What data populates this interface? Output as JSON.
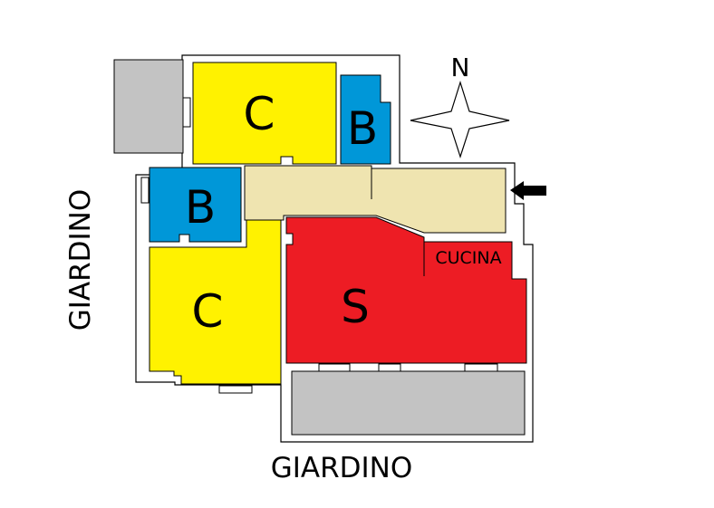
{
  "colors": {
    "camera": "#fff200",
    "bagno": "#0097d8",
    "soggiorno": "#ed1c24",
    "disimpegno": "#efe4b0",
    "terrazzo": "#c3c3c3",
    "wall": "#000000",
    "background": "#ffffff"
  },
  "rooms": {
    "camera_top": "C",
    "bagno_top": "B",
    "bagno_left": "B",
    "camera_left": "C",
    "soggiorno": "S",
    "cucina": "CUCINA"
  },
  "compass": {
    "north": "N",
    "icon": "compass-star-icon"
  },
  "entrance": {
    "icon": "arrow-left-icon"
  },
  "surroundings": {
    "garden_west": "GIARDINO",
    "garden_south": "GIARDINO"
  }
}
